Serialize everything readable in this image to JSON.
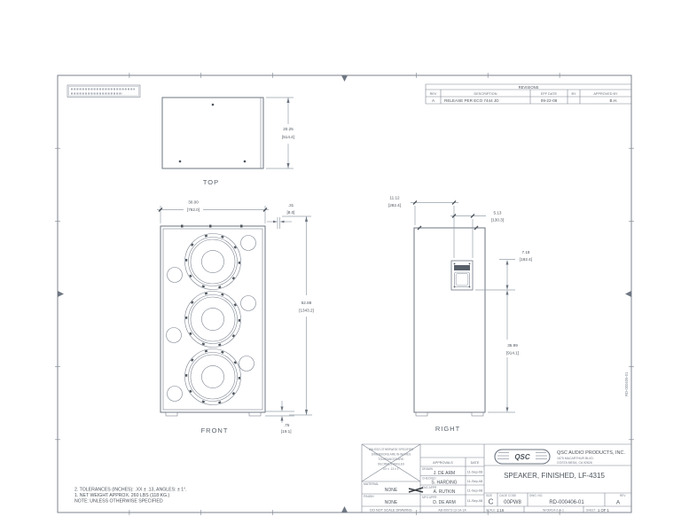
{
  "views": {
    "top": {
      "label": "TOP",
      "height_in": "20.25",
      "height_mm": "[514.4]"
    },
    "front": {
      "label": "FRONT",
      "width_in": "30.00",
      "width_mm": "[762.0]",
      "offset_in": ".31",
      "offset_mm": "[8.0]",
      "height_in": "52.88",
      "height_mm": "[1343.2]",
      "foot_in": ".75",
      "foot_mm": "[19.1]"
    },
    "right": {
      "label": "RIGHT",
      "depth_in": "11.12",
      "depth_mm": "[282.4]",
      "handle_w_in": "5.13",
      "handle_w_mm": "[130.3]",
      "handle_h_in": "7.18",
      "handle_h_mm": "[182.4]",
      "lower_in": "35.99",
      "lower_mm": "[914.1]"
    }
  },
  "notes": {
    "line1": "2. TOLERANCES (INCHES): .XX ± .13, ANGLES: ± 1°.",
    "line2": "1. NET WEIGHT APPROX. 260 LBS (118 KG.)",
    "line3": "NOTE: UNLESS OTHERWISE SPECIFIED"
  },
  "revisions": {
    "title": "REVISIONS",
    "col_rev": "REV",
    "col_desc": "DESCRIPTION",
    "col_date": "EFF DATE",
    "col_by": "BY",
    "col_appr": "APPROVED BY",
    "row": {
      "rev": "A",
      "desc": "RELEASE PER ECO 7444  JD",
      "date": "09-22-08",
      "appr": "B.H."
    }
  },
  "title_block": {
    "tol_box": {
      "l1": "UNLESS OTHERWISE SPECIFIED",
      "l2": "DIMENSIONS ARE IN INCHES",
      "l3": "TOLERANCES ARE:",
      "l4": "DECIMALS   ANGLES",
      "l5": ".XX ± .13    ± 1°"
    },
    "material_label": "MATERIAL",
    "material_value": "NONE",
    "finish_label": "FINISH",
    "finish_value": "NONE",
    "no_scale": "DO NOT SCALE DRAWING",
    "approvals_header": "APPROVALS",
    "date_header": "DATE",
    "rows": [
      {
        "role": "DRAWN",
        "name": "J. DE ARM",
        "date": "11-Sep-08"
      },
      {
        "role": "CHECKED",
        "name": "S. HARDING",
        "date": "11-Sep-08"
      },
      {
        "role": "ENG APPR",
        "name": "A. RUTKIN",
        "date": "11-Sep-08"
      },
      {
        "role": "MFG APPR",
        "name": "D. DE ARM",
        "date": "11-Sep-08"
      }
    ],
    "form_ref": "AB-00073-13-1A-1A",
    "company": {
      "logo": "QSC",
      "name": "QSC AUDIO PRODUCTS, INC.",
      "addr1": "1675 MACARTHUR BLVD.",
      "addr2": "COSTA MESA, CA  92626"
    },
    "title": "SPEAKER, FINISHED, LF-4315",
    "size_label": "SIZE",
    "size_value": "C",
    "cage_label": "CAGE CODE",
    "cage_value": "00PW8",
    "dwg_label": "DWG. NO.",
    "dwg_value": "RD-000406-01",
    "rev_label": "REV",
    "rev_value": "A",
    "scale_label": "SCALE",
    "scale_value": "1:16",
    "doc_ref": "W-00414-2-A-1",
    "sheet_label": "SHEET",
    "sheet_value": "1 OF 1"
  },
  "margin": {
    "vertical_ref": "RD-000406-01"
  }
}
